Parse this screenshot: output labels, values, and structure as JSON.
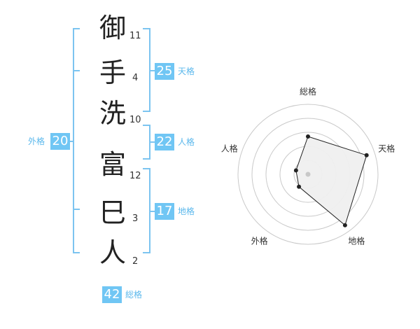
{
  "name": {
    "characters": [
      {
        "char": "御",
        "strokes": "11"
      },
      {
        "char": "手",
        "strokes": "4"
      },
      {
        "char": "洗",
        "strokes": "10"
      },
      {
        "char": "富",
        "strokes": "12"
      },
      {
        "char": "巳",
        "strokes": "3"
      },
      {
        "char": "人",
        "strokes": "2"
      }
    ]
  },
  "fortune": {
    "tenkaku": {
      "value": "25",
      "label": "天格"
    },
    "jinkaku": {
      "value": "22",
      "label": "人格"
    },
    "chikaku": {
      "value": "17",
      "label": "地格"
    },
    "gaikaku": {
      "value": "20",
      "label": "外格"
    },
    "soukaku": {
      "value": "42",
      "label": "総格"
    }
  },
  "colors": {
    "accent": "#70c6f4",
    "bracket": "#7cc4f0",
    "label": "#5bb8ec"
  },
  "chart_data": {
    "type": "radar",
    "axes": [
      "総格",
      "天格",
      "地格",
      "外格",
      "人格"
    ],
    "values": [
      2.7,
      4.4,
      4.5,
      1.1,
      0.9
    ],
    "rmax": 5,
    "rings": 4,
    "grid": true
  }
}
